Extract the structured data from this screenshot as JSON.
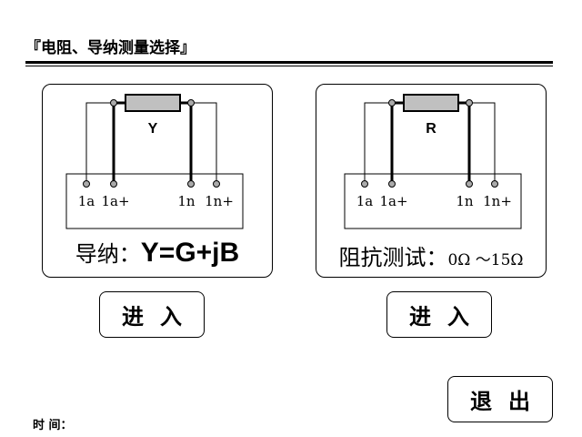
{
  "title": "『电阻、导纳测量选择』",
  "panels": [
    {
      "symbol": "Y",
      "terminals": [
        "1a",
        "1a+",
        "1n",
        "1n+"
      ],
      "formula_label": "导纳：",
      "formula": "Y=G+jB"
    },
    {
      "symbol": "R",
      "terminals": [
        "1a",
        "1a+",
        "1n",
        "1n+"
      ],
      "formula_label": "阻抗测试：",
      "formula": "0Ω ～15Ω"
    }
  ],
  "buttons": {
    "enter_left": "进入",
    "enter_right": "进入",
    "exit": "退出"
  },
  "time_label": "时 间："
}
